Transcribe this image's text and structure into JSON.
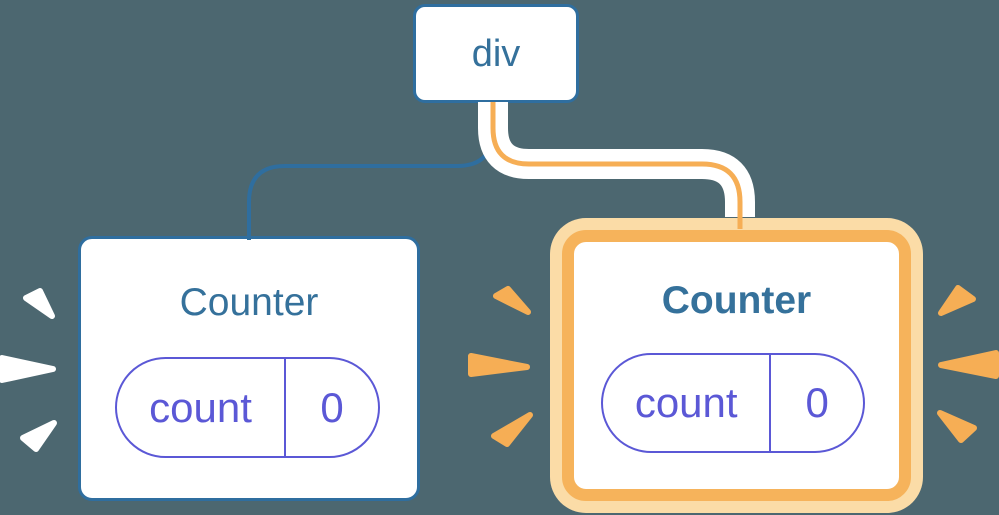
{
  "colors": {
    "background": "#4C6770",
    "card-bg": "#FFFFFF",
    "border-blue": "#2F6E9F",
    "text-blue": "#35719B",
    "purple": "#5B58D6",
    "orange": "#F6AE55",
    "orange-ring": "#F6B35B",
    "orange-light": "#FBDCA7",
    "spark-white": "#FFFFFF"
  },
  "tree": {
    "root": {
      "label": "div"
    },
    "children": [
      {
        "title": "Counter",
        "state_key": "count",
        "state_value": "0",
        "highlighted": false
      },
      {
        "title": "Counter",
        "state_key": "count",
        "state_value": "0",
        "highlighted": true
      }
    ]
  }
}
